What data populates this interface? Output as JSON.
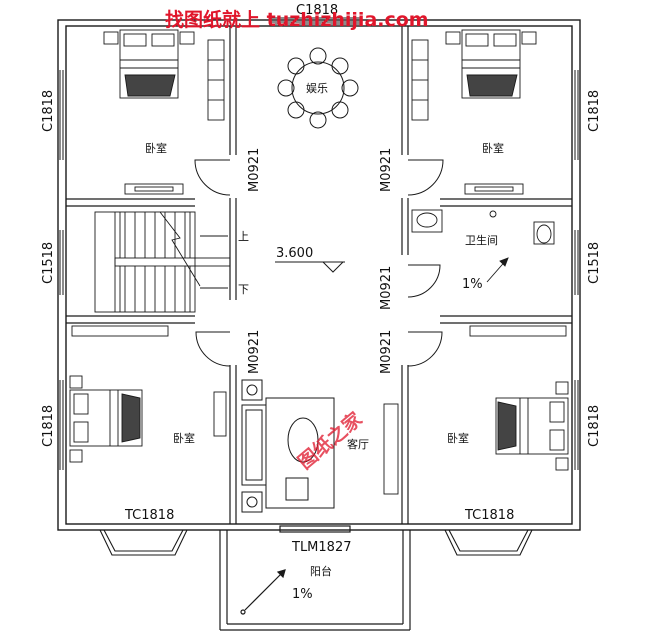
{
  "watermark": {
    "top_text": "找图纸就上 tuzhizhijia.com",
    "diagonal_text": "图纸之家",
    "color": "#e0162b"
  },
  "level": "3.600",
  "rooms": {
    "bedroom_nw": "卧室",
    "bedroom_ne": "卧室",
    "bedroom_sw": "卧室",
    "bedroom_se": "卧室",
    "entertainment": "娱乐",
    "bathroom": "卫生间",
    "living": "客厅",
    "balcony": "阳台"
  },
  "stair": {
    "up": "上",
    "down": "下"
  },
  "slopes": {
    "bathroom": "1%",
    "balcony": "1%"
  },
  "windows": {
    "top": "C1818",
    "left_top": "C1818",
    "right_top": "C1818",
    "left_mid": "C1518",
    "right_mid": "C1518",
    "left_bottom": "C1818",
    "right_bottom": "C1818",
    "bay_left": "TC1818",
    "bay_right": "TC1818",
    "balcony_door": "TLM1827"
  },
  "doors": {
    "nw": "M0921",
    "ne": "M0921",
    "bath": "M0921",
    "sw": "M0921",
    "se": "M0921"
  },
  "colors": {
    "line": "#1a1a1a",
    "watermark": "#e0162b"
  }
}
